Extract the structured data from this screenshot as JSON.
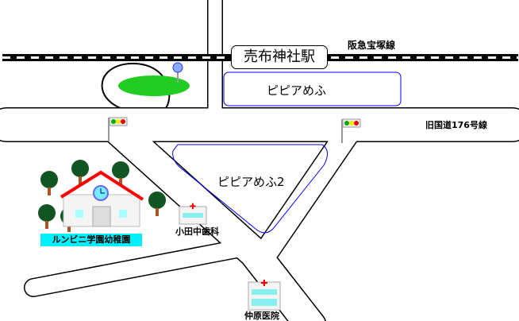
{
  "railway": {
    "name": "阪急宝塚線",
    "station": "売布神社駅"
  },
  "roads": {
    "main": "旧国道176号線"
  },
  "places": {
    "mall1": "ピピアめふ",
    "mall2": "ピピアめふ2",
    "kindergarten": "ルンビニ学園幼稚園",
    "dentist": "小田中歯科",
    "clinic": "仲原医院"
  },
  "colors": {
    "park": "#22cc22",
    "mall_outline": "#0000ff",
    "kindergarten_bg": "#00f0ff",
    "roof": "#ff0000"
  }
}
